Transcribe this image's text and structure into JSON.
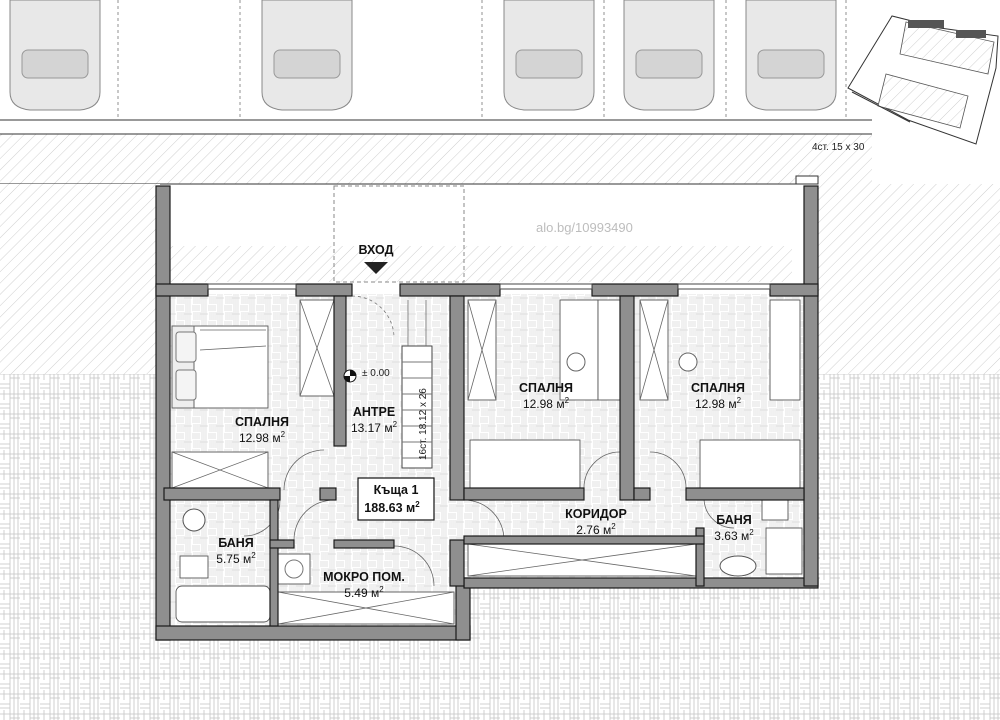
{
  "entrance": {
    "label": "ВХОД"
  },
  "level": {
    "label": "± 0.00"
  },
  "stairs": {
    "label": "16ст. 18.12 x 26"
  },
  "steps": {
    "label": "4ст. 15 x 30"
  },
  "watermark": {
    "text": "alo.bg/10993490"
  },
  "house": {
    "name": "Къща 1",
    "area": "188.63 м",
    "unit_sup": "2"
  },
  "rooms": [
    {
      "id": "bedroom-left",
      "name": "СПАЛНЯ",
      "area": "12.98 м",
      "sup": "2"
    },
    {
      "id": "hall",
      "name": "АНТРЕ",
      "area": "13.17 м",
      "sup": "2"
    },
    {
      "id": "bedroom-middle",
      "name": "СПАЛНЯ",
      "area": "12.98 м",
      "sup": "2"
    },
    {
      "id": "bedroom-right",
      "name": "СПАЛНЯ",
      "area": "12.98 м",
      "sup": "2"
    },
    {
      "id": "bathroom-left",
      "name": "БАНЯ",
      "area": "5.75 м",
      "sup": "2"
    },
    {
      "id": "laundry",
      "name": "МОКРО ПОМ.",
      "area": "5.49 м",
      "sup": "2"
    },
    {
      "id": "corridor",
      "name": "КОРИДОР",
      "area": "2.76 м",
      "sup": "2"
    },
    {
      "id": "bathroom-right",
      "name": "БАНЯ",
      "area": "3.63 м",
      "sup": "2"
    }
  ],
  "colors": {
    "wall": "#8f8f8f",
    "pavement": "#c9c9c9",
    "line": "#1a1a1a"
  }
}
